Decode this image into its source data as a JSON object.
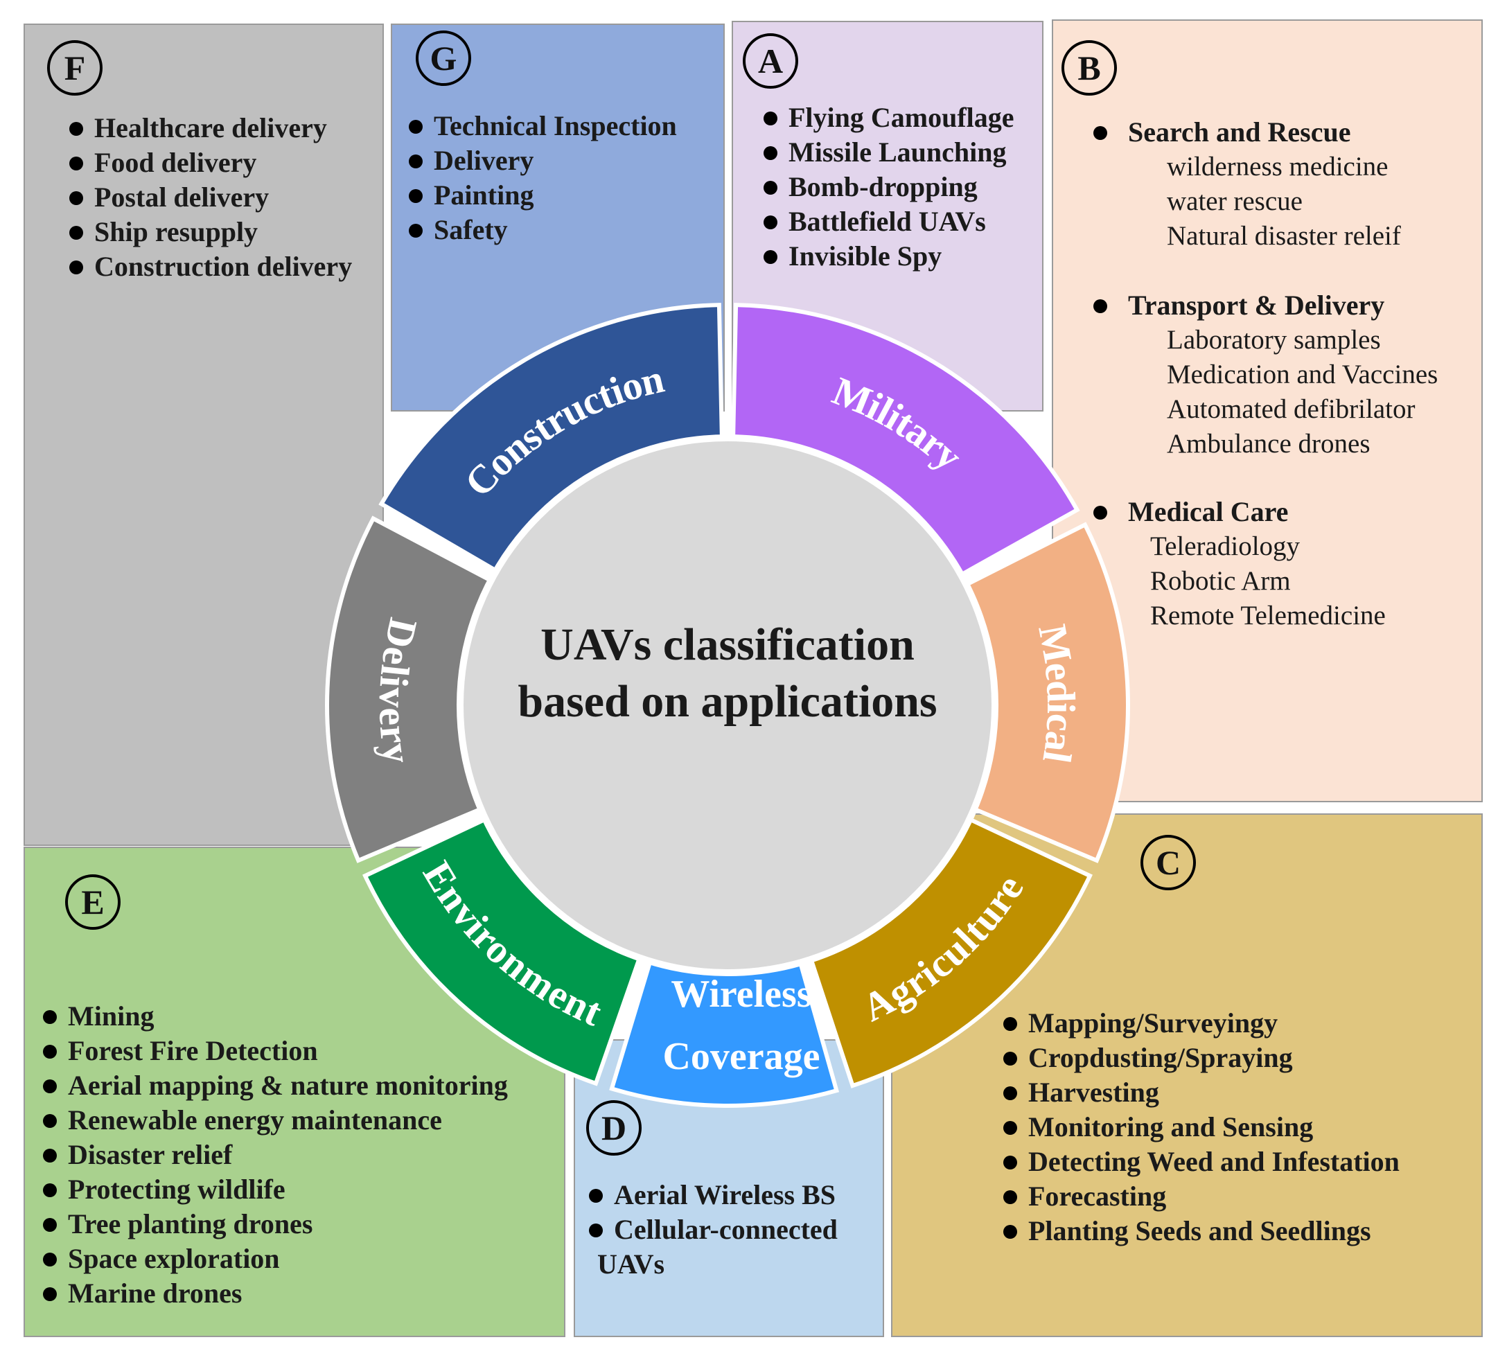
{
  "title_lines": [
    "UAVs classification",
    "based on applications"
  ],
  "colors": {
    "military": "#b266f5",
    "medical": "#f2b084",
    "agriculture": "#bf9000",
    "wireless": "#3399ff",
    "environment": "#00994d",
    "delivery": "#808080",
    "construction": "#2f5597",
    "hub": "#d9d9d9"
  },
  "segments": [
    {
      "key": "military",
      "label": "Military"
    },
    {
      "key": "medical",
      "label": "Medical"
    },
    {
      "key": "agriculture",
      "label": "Agriculture"
    },
    {
      "key": "wireless",
      "label_lines": [
        "Wireless",
        "Coverage"
      ]
    },
    {
      "key": "environment",
      "label": "Environment"
    },
    {
      "key": "delivery",
      "label": "Delivery"
    },
    {
      "key": "construction",
      "label": "Construction"
    }
  ],
  "panels": {
    "a": {
      "letter": "A",
      "items": [
        "Flying Camouflage",
        "Missile Launching",
        "Bomb-dropping",
        "Battlefield UAVs",
        "Invisible Spy"
      ]
    },
    "b": {
      "letter": "B",
      "groups": [
        {
          "title": "Search and Rescue",
          "items": [
            "wilderness medicine",
            "water rescue",
            "Natural disaster releif"
          ]
        },
        {
          "title": "Transport & Delivery",
          "items": [
            "Laboratory samples",
            "Medication and Vaccines",
            "Automated defibrilator",
            "Ambulance drones"
          ]
        },
        {
          "title": "Medical Care",
          "items": [
            "Teleradiology",
            "Robotic Arm",
            "Remote Telemedicine"
          ]
        }
      ]
    },
    "c": {
      "letter": "C",
      "items": [
        "Mapping/Surveyingy",
        "Cropdusting/Spraying",
        "Harvesting",
        "Monitoring and Sensing",
        "Detecting Weed and Infestation",
        "Forecasting",
        "Planting Seeds and Seedlings"
      ]
    },
    "d": {
      "letter": "D",
      "items": [
        "Aerial Wireless BS",
        "Cellular-connected",
        "UAVs"
      ]
    },
    "e": {
      "letter": "E",
      "items": [
        "Mining",
        "Forest Fire Detection",
        "Aerial mapping & nature monitoring",
        "Renewable energy maintenance",
        "Disaster relief",
        "Protecting wildlife",
        "Tree planting drones",
        "Space exploration",
        "Marine drones"
      ]
    },
    "f": {
      "letter": "F",
      "items": [
        "Healthcare delivery",
        "Food delivery",
        "Postal delivery",
        "Ship resupply",
        "Construction delivery"
      ]
    },
    "g": {
      "letter": "G",
      "items": [
        "Technical Inspection",
        "Delivery",
        "Painting",
        "Safety"
      ]
    }
  }
}
